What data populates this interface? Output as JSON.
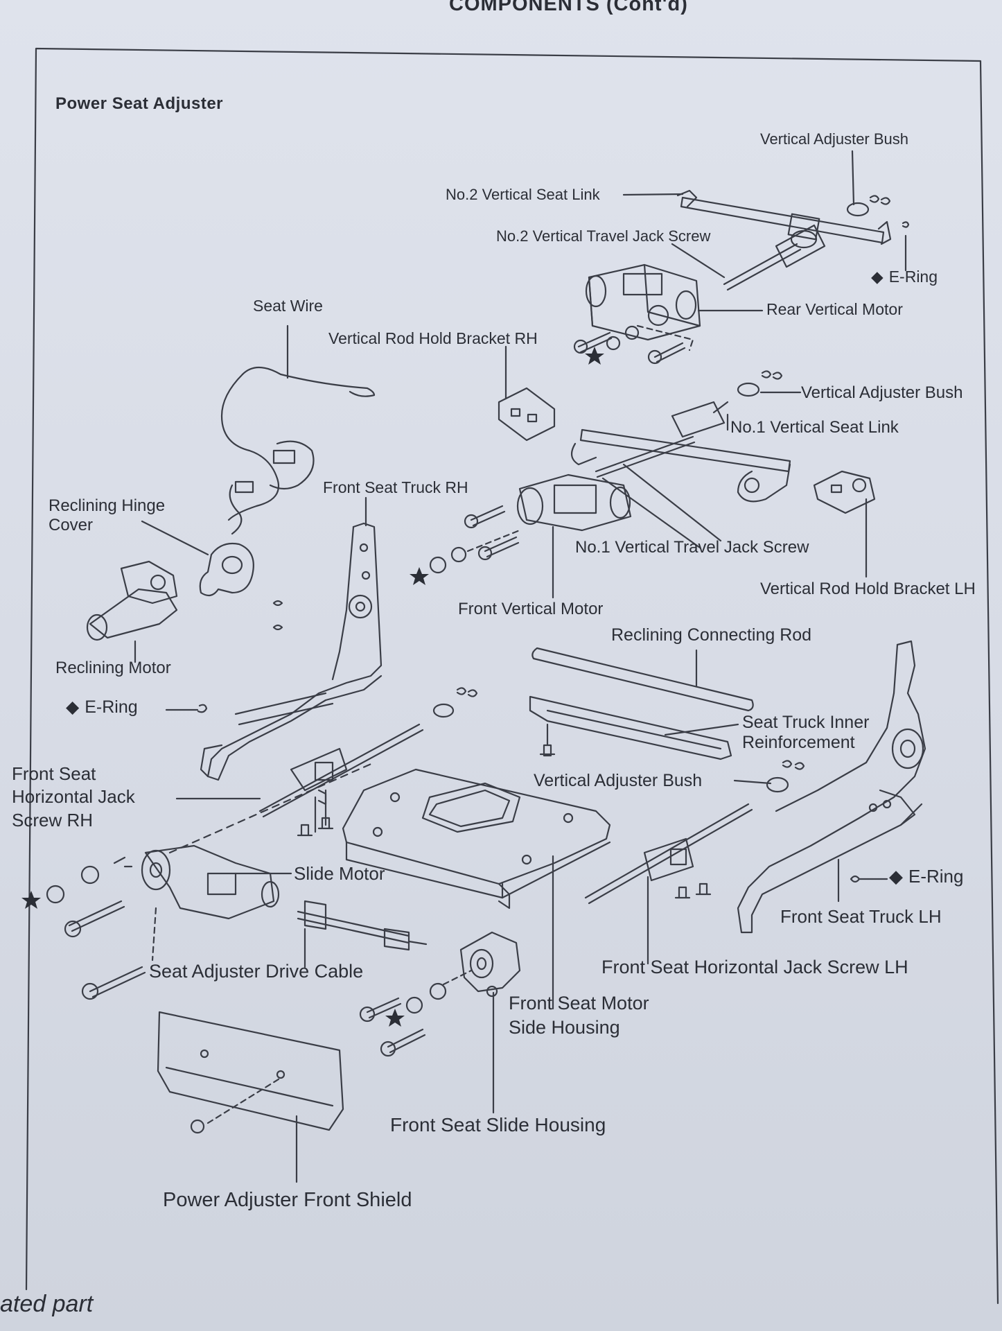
{
  "header": {
    "title": "COMPONENTS (Cont'd)"
  },
  "section": {
    "title": "Power Seat Adjuster"
  },
  "footer": {
    "note": "ated part"
  },
  "symbols": {
    "diamond": "◆",
    "star": "★"
  },
  "colors": {
    "paper": "#dadee8",
    "ink": "#2b2e36",
    "frame": "#3a3d46"
  },
  "labels": {
    "vertical_adjuster_bush_top": "Vertical Adjuster Bush",
    "no2_vertical_seat_link": "No.2 Vertical Seat Link",
    "no2_vertical_travel_jack_screw": "No.2 Vertical Travel Jack Screw",
    "e_ring_top": "E-Ring",
    "rear_vertical_motor": "Rear Vertical Motor",
    "seat_wire": "Seat Wire",
    "vertical_rod_hold_bracket_rh": "Vertical Rod Hold Bracket RH",
    "vertical_adjuster_bush_mid": "Vertical Adjuster Bush",
    "no1_vertical_seat_link": "No.1 Vertical Seat Link",
    "front_seat_truck_rh": "Front Seat Truck RH",
    "reclining_hinge_cover_1": "Reclining Hinge",
    "reclining_hinge_cover_2": "Cover",
    "no1_vertical_travel_jack_screw": "No.1 Vertical Travel Jack Screw",
    "vertical_rod_hold_bracket_lh": "Vertical Rod Hold Bracket LH",
    "front_vertical_motor": "Front Vertical Motor",
    "reclining_connecting_rod": "Reclining Connecting Rod",
    "reclining_motor": "Reclining Motor",
    "e_ring_left": "E-Ring",
    "seat_truck_inner_reinforcement_1": "Seat Truck Inner",
    "seat_truck_inner_reinforcement_2": "Reinforcement",
    "front_seat_horizontal_jack_screw_rh_1": "Front Seat",
    "front_seat_horizontal_jack_screw_rh_2": "Horizontal Jack",
    "front_seat_horizontal_jack_screw_rh_3": "Screw RH",
    "vertical_adjuster_bush_low": "Vertical Adjuster Bush",
    "slide_motor": "Slide Motor",
    "e_ring_right": "E-Ring",
    "front_seat_truck_lh": "Front Seat Truck LH",
    "seat_adjuster_drive_cable": "Seat Adjuster Drive Cable",
    "front_seat_horizontal_jack_screw_lh": "Front Seat Horizontal Jack Screw LH",
    "front_seat_motor_side_housing_1": "Front Seat Motor",
    "front_seat_motor_side_housing_2": "Side Housing",
    "front_seat_slide_housing": "Front Seat Slide Housing",
    "power_adjuster_front_shield": "Power Adjuster Front Shield"
  }
}
